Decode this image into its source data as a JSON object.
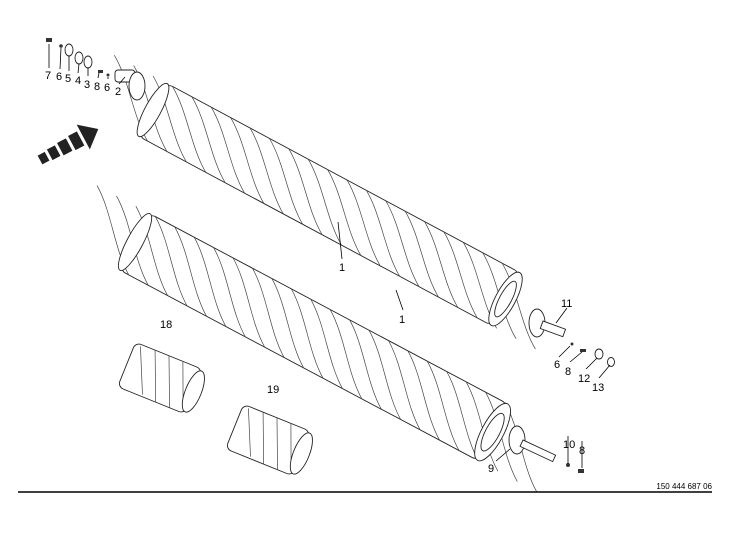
{
  "diagram": {
    "labels": {
      "top_left": [
        "7",
        "6",
        "5",
        "4",
        "3",
        "8",
        "6",
        "2"
      ],
      "roller_upper": "1",
      "roller_lower": "1",
      "right_upper": [
        "11",
        "6",
        "8",
        "12",
        "13"
      ],
      "right_lower": [
        "10",
        "8",
        "9"
      ],
      "segment_a": "18",
      "segment_b": "19"
    },
    "part_number": "150 444 687 06"
  }
}
